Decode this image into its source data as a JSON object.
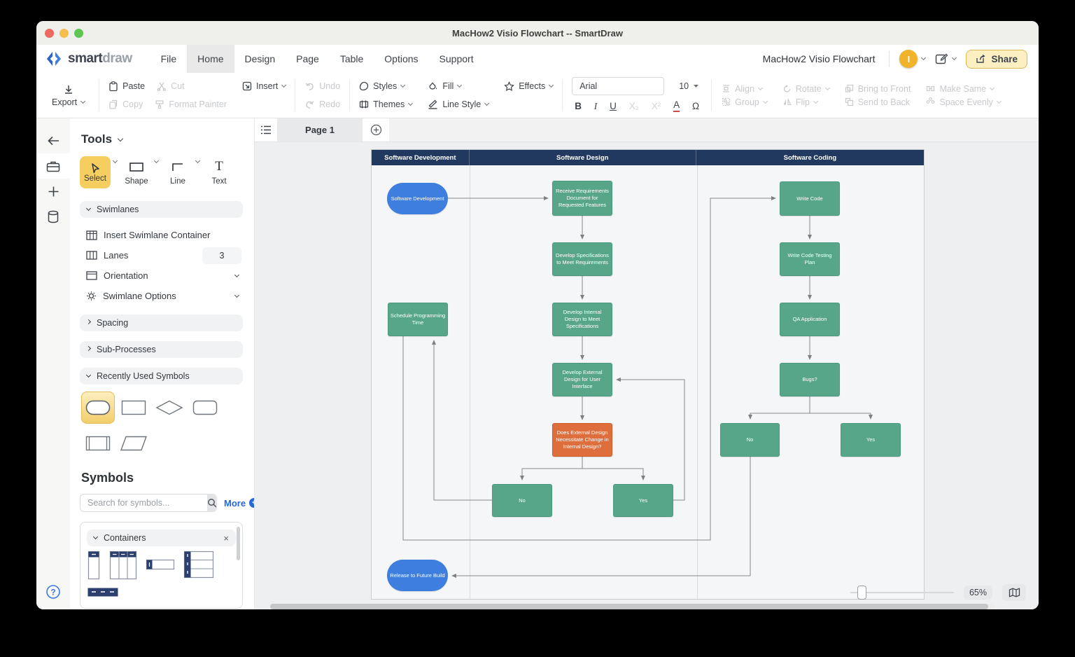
{
  "window": {
    "title": "MacHow2 Visio Flowchart -- SmartDraw"
  },
  "menubar": {
    "logo_bold": "smart",
    "logo_light": "draw",
    "items": [
      {
        "label": "File",
        "active": false
      },
      {
        "label": "Home",
        "active": true
      },
      {
        "label": "Design",
        "active": false
      },
      {
        "label": "Page",
        "active": false
      },
      {
        "label": "Table",
        "active": false
      },
      {
        "label": "Options",
        "active": false
      },
      {
        "label": "Support",
        "active": false
      }
    ],
    "doc_title": "MacHow2 Visio Flowchart",
    "avatar_initial": "I",
    "share_label": "Share"
  },
  "toolbar": {
    "export": "Export",
    "paste": "Paste",
    "cut": "Cut",
    "copy": "Copy",
    "format_painter": "Format Painter",
    "insert": "Insert",
    "undo": "Undo",
    "redo": "Redo",
    "styles": "Styles",
    "themes": "Themes",
    "fill": "Fill",
    "line_style": "Line Style",
    "effects": "Effects",
    "font": {
      "family": "Arial",
      "size": "10"
    },
    "bold": "B",
    "italic": "I",
    "underline": "U",
    "subscript": "X₂",
    "superscript": "X²",
    "font_color": "A",
    "special_char": "Ω",
    "align": "Align",
    "group": "Group",
    "rotate": "Rotate",
    "flip": "Flip",
    "bring_to_front": "Bring to Front",
    "send_to_back": "Send to Back",
    "make_same": "Make Same",
    "space_evenly": "Space Evenly"
  },
  "tools_panel": {
    "title": "Tools",
    "select": "Select",
    "shape": "Shape",
    "line": "Line",
    "text": "Text",
    "swimlanes_header": "Swimlanes",
    "insert_swimlane": "Insert Swimlane Container",
    "lanes_label": "Lanes",
    "lanes_value": "3",
    "orientation": "Orientation",
    "swimlane_options": "Swimlane Options",
    "spacing": "Spacing",
    "sub_processes": "Sub-Processes",
    "recently_used": "Recently Used Symbols",
    "recent_symbols": [
      "ellipse",
      "rectangle",
      "diamond",
      "rounded-rectangle",
      "predefined-process",
      "parallelogram"
    ],
    "symbols_heading": "Symbols",
    "search_placeholder": "Search for symbols...",
    "more_label": "More",
    "containers_header": "Containers"
  },
  "pagebar": {
    "page_tab": "Page 1"
  },
  "statusbar": {
    "zoom_level": "65%"
  },
  "flowchart": {
    "colors": {
      "lane_header": "#21395e",
      "process": "#57a68a",
      "decision": "#de6e3c",
      "terminator": "#3e7edf"
    },
    "lanes": [
      {
        "title": "Software Development"
      },
      {
        "title": "Software Design"
      },
      {
        "title": "Software Coding"
      }
    ],
    "nodes": [
      {
        "id": "start",
        "label": "Software Development",
        "type": "terminator",
        "lane": "Software Development"
      },
      {
        "id": "receive-requirements",
        "label": "Receive Requirements Document for Requested Features",
        "type": "process",
        "lane": "Software Design"
      },
      {
        "id": "develop-specifications",
        "label": "Develop Specifications to Meet Requirements",
        "type": "process",
        "lane": "Software Design"
      },
      {
        "id": "develop-internal-design",
        "label": "Develop Internal Design to Meet Specifications",
        "type": "process",
        "lane": "Software Design"
      },
      {
        "id": "develop-external-design",
        "label": "Develop External Design for User Interface",
        "type": "process",
        "lane": "Software Design"
      },
      {
        "id": "external-design-decision",
        "label": "Does External Design Necessitate Change in Internal Design?",
        "type": "decision",
        "lane": "Software Design"
      },
      {
        "id": "design-no",
        "label": "No",
        "type": "process",
        "lane": "Software Design"
      },
      {
        "id": "design-yes",
        "label": "Yes",
        "type": "process",
        "lane": "Software Design"
      },
      {
        "id": "schedule-programming-time",
        "label": "Schedule Programming Time",
        "type": "process",
        "lane": "Software Development"
      },
      {
        "id": "write-code",
        "label": "Write Code",
        "type": "process",
        "lane": "Software Coding"
      },
      {
        "id": "write-code-testing-plan",
        "label": "Write Code Testing Plan",
        "type": "process",
        "lane": "Software Coding"
      },
      {
        "id": "qa-application",
        "label": "QA Application",
        "type": "process",
        "lane": "Software Coding"
      },
      {
        "id": "bugs",
        "label": "Bugs?",
        "type": "process",
        "lane": "Software Coding"
      },
      {
        "id": "coding-no",
        "label": "No",
        "type": "process",
        "lane": "Software Coding"
      },
      {
        "id": "coding-yes",
        "label": "Yes",
        "type": "process",
        "lane": "Software Coding"
      },
      {
        "id": "release",
        "label": "Release to Future Build",
        "type": "terminator",
        "lane": "Software Development"
      }
    ],
    "edges": [
      {
        "from": "start",
        "to": "receive-requirements"
      },
      {
        "from": "receive-requirements",
        "to": "develop-specifications"
      },
      {
        "from": "develop-specifications",
        "to": "develop-internal-design"
      },
      {
        "from": "develop-internal-design",
        "to": "develop-external-design"
      },
      {
        "from": "develop-external-design",
        "to": "external-design-decision"
      },
      {
        "from": "external-design-decision",
        "to": "design-no"
      },
      {
        "from": "external-design-decision",
        "to": "design-yes"
      },
      {
        "from": "design-yes",
        "to": "develop-external-design"
      },
      {
        "from": "design-no",
        "to": "schedule-programming-time"
      },
      {
        "from": "schedule-programming-time",
        "to": "write-code"
      },
      {
        "from": "write-code",
        "to": "write-code-testing-plan"
      },
      {
        "from": "write-code-testing-plan",
        "to": "qa-application"
      },
      {
        "from": "qa-application",
        "to": "bugs"
      },
      {
        "from": "bugs",
        "to": "coding-no"
      },
      {
        "from": "bugs",
        "to": "coding-yes"
      },
      {
        "from": "coding-no",
        "to": "release"
      }
    ]
  }
}
